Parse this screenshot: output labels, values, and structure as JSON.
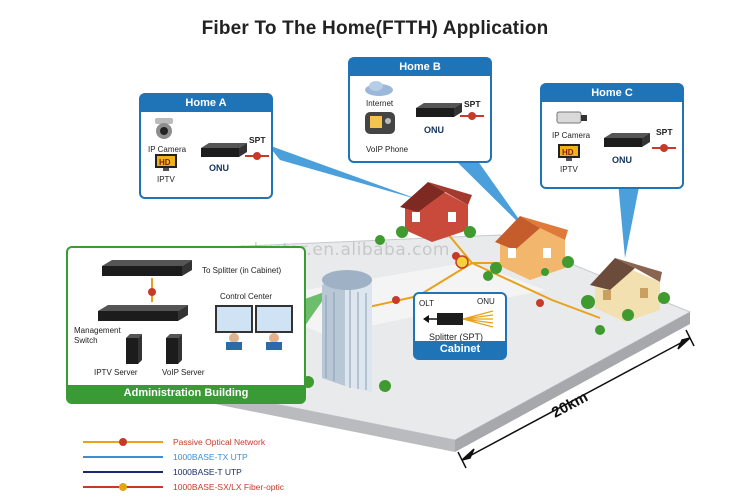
{
  "title": "Fiber To The Home(FTTH) Application",
  "watermark": "sdwstar.en.alibaba.com",
  "distance": "20km",
  "colors": {
    "pon": "#e8a21a",
    "tx_utp": "#3b8fd4",
    "t_utp": "#1a2a6c",
    "fiber": "#c73a2a",
    "box_blue": "#1f74b8",
    "box_green": "#3a9a35"
  },
  "home_a": {
    "title": "Home A",
    "ip_camera": "IP Camera",
    "iptv": "IPTV",
    "spt": "SPT",
    "onu": "ONU"
  },
  "home_b": {
    "title": "Home B",
    "internet": "Internet",
    "voip": "VoIP Phone",
    "spt": "SPT",
    "onu": "ONU"
  },
  "home_c": {
    "title": "Home C",
    "ip_camera": "IP Camera",
    "iptv": "IPTV",
    "spt": "SPT",
    "onu": "ONU"
  },
  "admin": {
    "title": "Administration Building",
    "to_splitter": "To Splitter (in Cabinet)",
    "control_center": "Control Center",
    "management_switch": "Management\nSwitch",
    "iptv_server": "IPTV Server",
    "voip_server": "VoIP Server"
  },
  "cabinet": {
    "title": "Cabinet",
    "olt": "OLT",
    "onu": "ONU",
    "splitter": "Splitter (SPT)"
  },
  "legend": [
    {
      "label": "Passive Optical Network",
      "color": "#c73a2a",
      "line": "#e8a21a",
      "icon": "spt-dot-icon"
    },
    {
      "label": "1000BASE-TX UTP",
      "color": "#3b8fd4",
      "line": "#3b8fd4",
      "icon": "none"
    },
    {
      "label": "1000BASE-T UTP",
      "color": "#1a2a6c",
      "line": "#1a2a6c",
      "icon": "none"
    },
    {
      "label": "1000BASE-SX/LX Fiber-optic",
      "color": "#c73a2a",
      "line": "#c73a2a",
      "icon": "fiber-dot-icon"
    }
  ]
}
